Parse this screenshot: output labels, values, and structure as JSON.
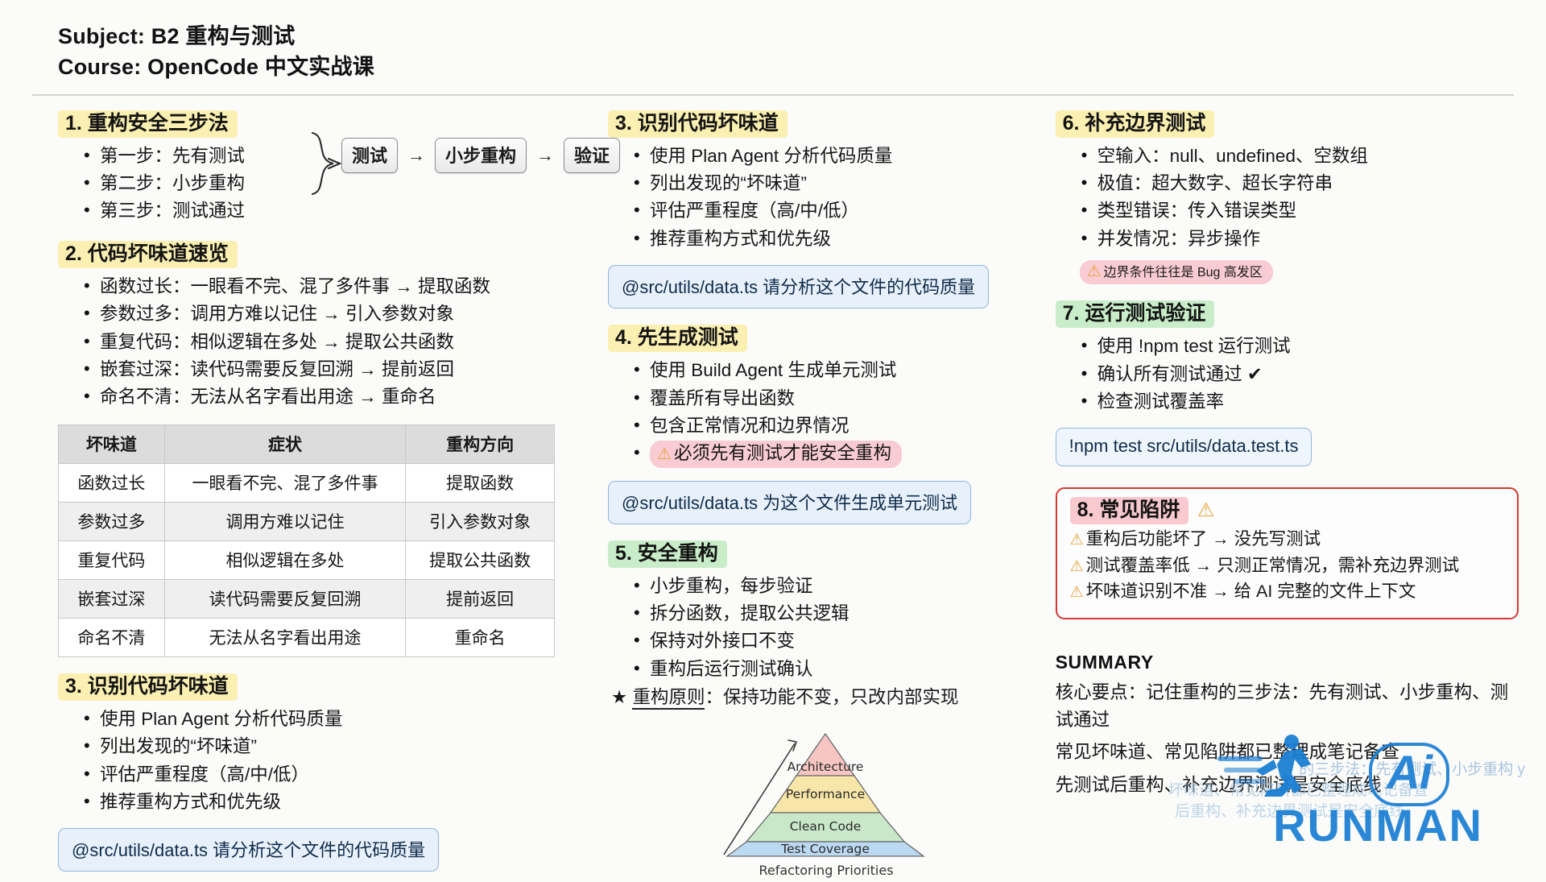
{
  "header": {
    "subject_line": "Subject:  B2 重构与测试",
    "course_line": "Course:  OpenCode 中文实战课"
  },
  "col1": {
    "sec1": {
      "heading": "1. 重构安全三步法",
      "bullets": [
        "第一步：先有测试",
        "第二步：小步重构",
        "第三步：测试通过"
      ],
      "flow": [
        "测试",
        "小步重构",
        "验证"
      ],
      "arrow": "→"
    },
    "sec2": {
      "heading": "2. 代码坏味道速览",
      "bullets": [
        "函数过长：一眼看不完、混了多件事 → 提取函数",
        "参数过多：调用方难以记住 → 引入参数对象",
        "重复代码：相似逻辑在多处 → 提取公共函数",
        "嵌套过深：读代码需要反复回溯 → 提前返回",
        "命名不清：无法从名字看出用途 → 重命名"
      ],
      "table": {
        "headers": [
          "坏味道",
          "症状",
          "重构方向"
        ],
        "rows": [
          [
            "函数过长",
            "一眼看不完、混了多件事",
            "提取函数"
          ],
          [
            "参数过多",
            "调用方难以记住",
            "引入参数对象"
          ],
          [
            "重复代码",
            "相似逻辑在多处",
            "提取公共函数"
          ],
          [
            "嵌套过深",
            "读代码需要反复回溯",
            "提前返回"
          ],
          [
            "命名不清",
            "无法从名字看出用途",
            "重命名"
          ]
        ]
      }
    },
    "sec3": {
      "heading": "3. 识别代码坏味道",
      "bullets": [
        "使用 Plan Agent 分析代码质量",
        "列出发现的“坏味道”",
        "评估严重程度（高/中/低）",
        "推荐重构方式和优先级"
      ],
      "code": "@src/utils/data.ts 请分析这个文件的代码质量"
    }
  },
  "col2": {
    "sec3": {
      "heading": "3. 识别代码坏味道",
      "bullets": [
        "使用 Plan Agent 分析代码质量",
        "列出发现的“坏味道”",
        "评估严重程度（高/中/低）",
        "推荐重构方式和优先级"
      ],
      "code": "@src/utils/data.ts 请分析这个文件的代码质量"
    },
    "sec4": {
      "heading": "4. 先生成测试",
      "bullets": [
        "使用 Build Agent 生成单元测试",
        "覆盖所有导出函数",
        "包含正常情况和边界情况"
      ],
      "warn": "必须先有测试才能安全重构",
      "code": "@src/utils/data.ts 为这个文件生成单元测试"
    },
    "sec5": {
      "heading": "5. 安全重构",
      "bullets": [
        "小步重构，每步验证",
        "拆分函数，提取公共逻辑",
        "保持对外接口不变",
        "重构后运行测试确认"
      ],
      "star_label": "重构原则",
      "star_text": "：保持功能不变，只改内部实现",
      "star_icon": "★"
    },
    "pyramid": {
      "caption": "Refactoring Priorities",
      "tiers": [
        {
          "label": "Architecture",
          "color": "#f7c6c3"
        },
        {
          "label": "Performance",
          "color": "#f8e6a8"
        },
        {
          "label": "Clean Code",
          "color": "#c9e7c9"
        },
        {
          "label": "Test Coverage",
          "color": "#bcd9f2"
        }
      ]
    }
  },
  "col3": {
    "sec6": {
      "heading": "6. 补充边界测试",
      "bullets": [
        "空输入：null、undefined、空数组",
        "极值：超大数字、超长字符串",
        "类型错误：传入错误类型",
        "并发情况：异步操作"
      ],
      "warn": "边界条件往往是 Bug 高发区"
    },
    "sec7": {
      "heading": "7. 运行测试验证",
      "bullets": [
        "使用 !npm test 运行测试",
        "确认所有测试通过 ✔",
        "检查测试覆盖率"
      ],
      "code": "!npm test src/utils/data.test.ts"
    },
    "sec8": {
      "heading": "8. 常见陷阱",
      "heading_icon": "⚠",
      "lines": [
        "重构后功能坏了 → 没先写测试",
        "测试覆盖率低 → 只测正常情况，需补充边界测试",
        "坏味道识别不准 → 给 AI 完整的文件上下文"
      ]
    },
    "summary": {
      "title": "SUMMARY",
      "lines": [
        "核心要点：记住重构的三步法：先有测试、小步重构、测试通过",
        "常见坏味道、常见陷阱都已整理成笔记备查",
        "先测试后重构、补充边界测试是安全底线"
      ]
    }
  },
  "watermark": {
    "ai": "Ai",
    "runman": "RUNMAN",
    "ghost1": "的三步法：先有测试、小步重构 y",
    "ghost2": "坏味道、常见陷阱都已整理成笔记备查",
    "ghost3": "后重构、补充边界测试是安全底线"
  },
  "colors": {
    "highlight_yellow": "#fbf0b2",
    "highlight_green": "#c8edc8",
    "highlight_pink": "#f8c9cf",
    "code_border": "#8fb6dd",
    "code_bg": "#e8f1fb",
    "pitfall_border": "#d33a32",
    "brand_blue": "#1b7fd4"
  }
}
